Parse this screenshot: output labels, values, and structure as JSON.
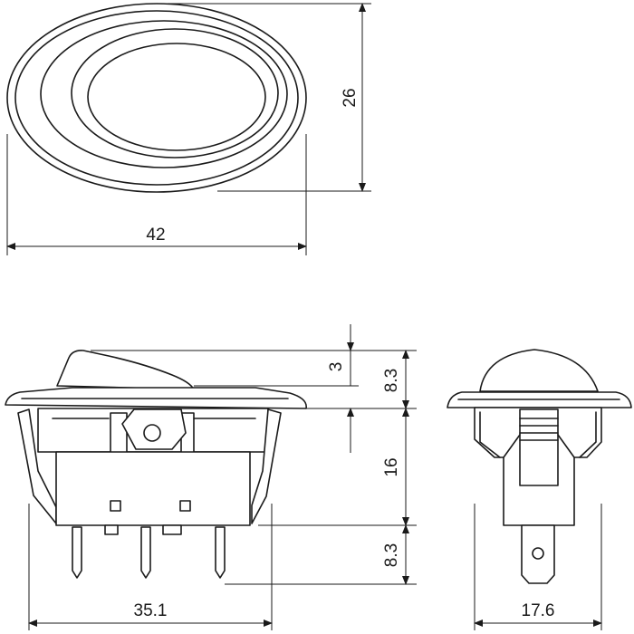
{
  "figure": {
    "title": "",
    "units": ""
  },
  "dimensions": {
    "top_width": "42",
    "top_height": "26",
    "actuator_height": "3",
    "upper_height": "8.3",
    "body_height": "16",
    "terminal_length": "8.3",
    "body_width": "35.1",
    "side_width": "17.6"
  },
  "colors": {
    "line": "#1a1a1a",
    "background": "#ffffff"
  }
}
